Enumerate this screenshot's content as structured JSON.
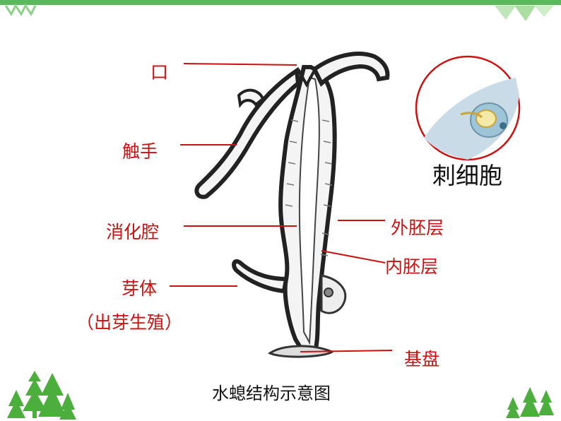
{
  "colors": {
    "accent_green": "#5cb85c",
    "label_red": "#cc1111",
    "leader_red": "#cc1111",
    "tree_green": "#4cae3c",
    "cell_fill": "#f4f4f4",
    "wall_dark": "#222222"
  },
  "labels": {
    "mouth": "口",
    "tentacle": "触手",
    "digestive_cavity": "消化腔",
    "bud": "芽体",
    "budding": "（出芽生殖）",
    "ectoderm": "外胚层",
    "endoderm": "内胚层",
    "basal_disc": "基盘"
  },
  "inset": {
    "title": "刺细胞",
    "icon": "nematocyst-cell-icon"
  },
  "caption": "水螅结构示意图",
  "decorations": {
    "top_left": "grass-icon",
    "top_right": "leaf-icon",
    "bottom_left": "pine-trees-icon",
    "bottom_right": "pine-trees-icon"
  }
}
